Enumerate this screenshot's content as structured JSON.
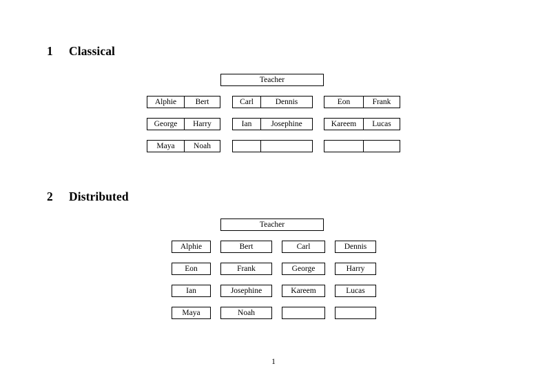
{
  "page": {
    "number": "1"
  },
  "sections": [
    {
      "number": "1",
      "title": "Classical",
      "teacher": "Teacher",
      "groups": {
        "col1": [
          {
            "left": "Alphie",
            "right": "Bert"
          },
          {
            "left": "George",
            "right": "Harry"
          },
          {
            "left": "Maya",
            "right": "Noah"
          }
        ],
        "col2": [
          {
            "left": "Carl",
            "right": "Dennis"
          },
          {
            "left": "Ian",
            "right": "Josephine"
          },
          {
            "left": "",
            "right": ""
          }
        ],
        "col3": [
          {
            "left": "Eon",
            "right": "Frank"
          },
          {
            "left": "Kareem",
            "right": "Lucas"
          },
          {
            "left": "",
            "right": ""
          }
        ]
      }
    },
    {
      "number": "2",
      "title": "Distributed",
      "teacher": "Teacher",
      "rows": [
        [
          "Alphie",
          "Bert",
          "Carl",
          "Dennis"
        ],
        [
          "Eon",
          "Frank",
          "George",
          "Harry"
        ],
        [
          "Ian",
          "Josephine",
          "Kareem",
          "Lucas"
        ],
        [
          "Maya",
          "Noah",
          "",
          ""
        ]
      ]
    }
  ]
}
